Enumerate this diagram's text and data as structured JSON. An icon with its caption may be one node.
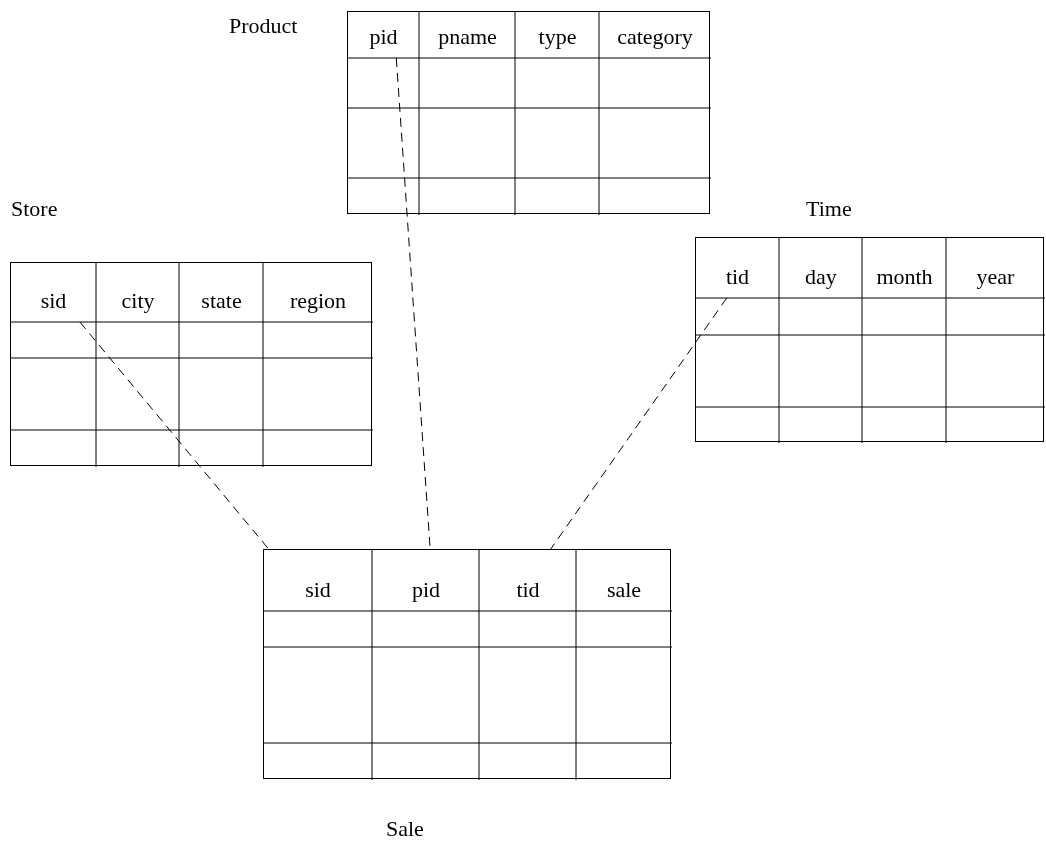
{
  "diagram": {
    "nodes": [
      {
        "text": [
          "Product"
        ]
      },
      {
        "text": [
          "pid"
        ],
        "in": 0
      },
      {
        "text": [
          "pname"
        ],
        "in": 0
      },
      {
        "text": [
          "type"
        ],
        "in": 0
      },
      {
        "text": [
          "category"
        ],
        "in": 0
      },
      {
        "text": [
          "Store"
        ]
      },
      {
        "text": [
          "sid"
        ],
        "in": 5
      },
      {
        "text": [
          "city"
        ],
        "in": 5
      },
      {
        "text": [
          "state"
        ],
        "in": 5
      },
      {
        "text": [
          "region"
        ],
        "in": 5
      },
      {
        "text": [
          "Time"
        ]
      },
      {
        "text": [
          "tid"
        ],
        "in": 10
      },
      {
        "text": [
          "day"
        ],
        "in": 10
      },
      {
        "text": [
          "month"
        ],
        "in": 10
      },
      {
        "text": [
          "year"
        ],
        "in": 10
      },
      {
        "text": [
          "Sale"
        ]
      },
      {
        "text": [
          "sid"
        ],
        "in": 15
      },
      {
        "text": [
          "pid"
        ],
        "in": 15
      },
      {
        "text": [
          "tid"
        ],
        "in": 15
      },
      {
        "text": [
          "sale"
        ],
        "in": 15
      }
    ],
    "edges": [
      {
        "from": 6,
        "to": 16,
        "arrow": "none",
        "style": "dashed"
      },
      {
        "from": 1,
        "to": 17,
        "arrow": "none",
        "style": "dashed"
      },
      {
        "from": 11,
        "to": 18,
        "arrow": "none",
        "style": "dashed"
      }
    ]
  }
}
